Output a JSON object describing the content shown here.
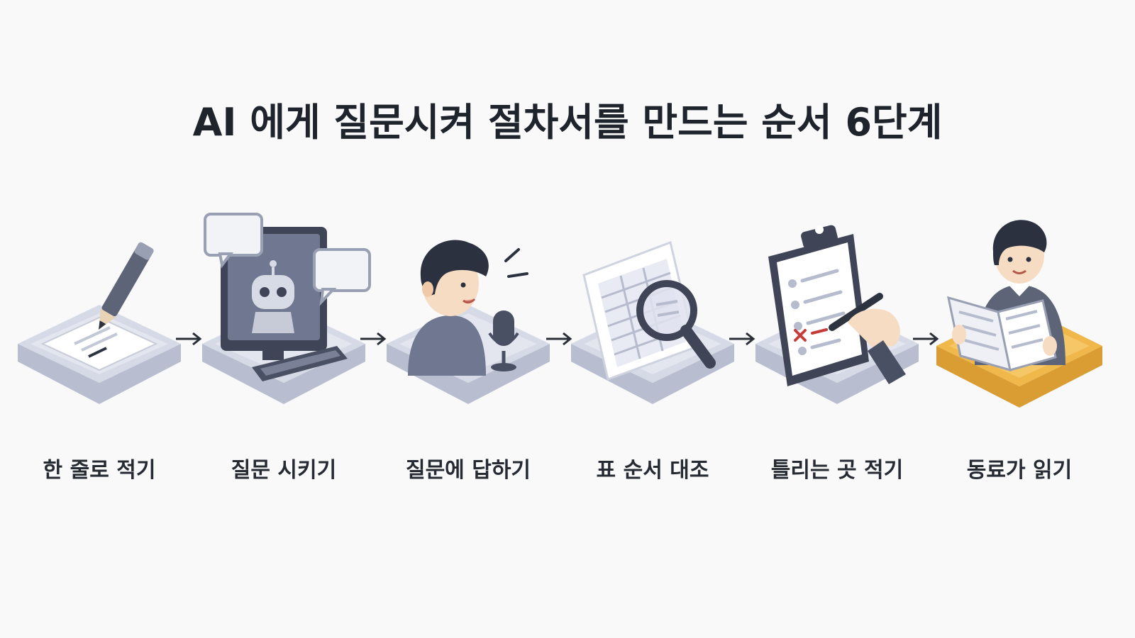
{
  "title": "AI 에게 질문시켜 절차서를 만드는 순서 6단계",
  "steps": [
    {
      "label": "한 줄로 적기",
      "icon": "pencil-paper-icon"
    },
    {
      "label": "질문 시키기",
      "icon": "ai-monitor-icon"
    },
    {
      "label": "질문에 답하기",
      "icon": "person-microphone-icon"
    },
    {
      "label": "표 순서 대조",
      "icon": "table-magnifier-icon"
    },
    {
      "label": "틀리는 곳 적기",
      "icon": "clipboard-checklist-icon"
    },
    {
      "label": "동료가 읽기",
      "icon": "person-reading-icon"
    }
  ],
  "colors": {
    "base_gray": "#d3d7e4",
    "base_highlight": "#f0b84b",
    "ink": "#4a5063",
    "mark_red": "#c73b3b"
  }
}
